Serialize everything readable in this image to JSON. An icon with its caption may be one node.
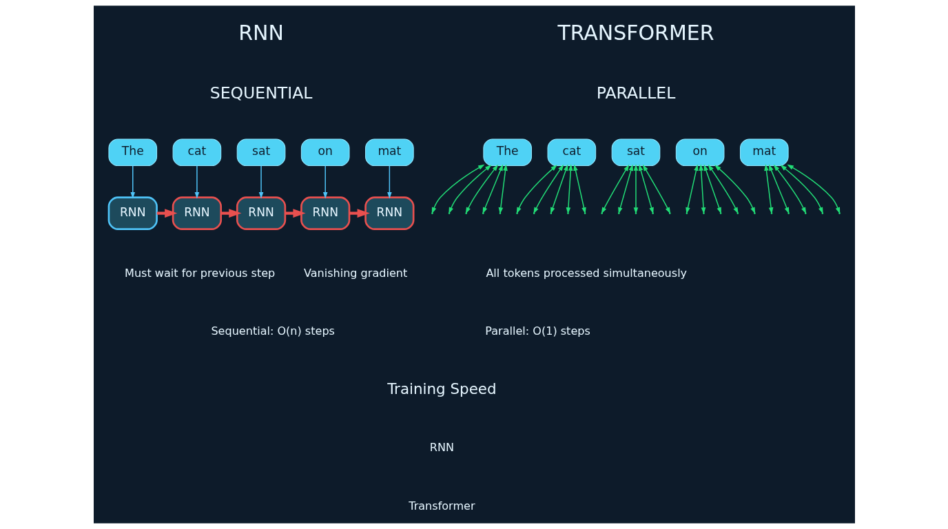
{
  "diagram": {
    "nodes": [
      {
        "text": [
          "The"
        ]
      },
      {
        "text": [
          "cat"
        ]
      },
      {
        "text": [
          "sat"
        ]
      },
      {
        "text": [
          "on"
        ]
      },
      {
        "text": [
          "mat"
        ]
      },
      {
        "text": [
          "RNN"
        ]
      },
      {
        "text": [
          "RNN"
        ]
      },
      {
        "text": [
          "RNN"
        ]
      },
      {
        "text": [
          "RNN"
        ]
      },
      {
        "text": [
          "RNN"
        ]
      },
      {
        "text": [
          "The"
        ]
      },
      {
        "text": [
          "cat"
        ]
      },
      {
        "text": [
          "sat"
        ]
      },
      {
        "text": [
          "on"
        ]
      },
      {
        "text": [
          "mat"
        ]
      }
    ],
    "edges": [
      {
        "from": 0,
        "to": 5,
        "arrow": "to",
        "color": "#4fc3f7"
      },
      {
        "from": 1,
        "to": 6,
        "arrow": "to",
        "color": "#4fc3f7"
      },
      {
        "from": 2,
        "to": 7,
        "arrow": "to",
        "color": "#4fc3f7"
      },
      {
        "from": 3,
        "to": 8,
        "arrow": "to",
        "color": "#4fc3f7"
      },
      {
        "from": 4,
        "to": 9,
        "arrow": "to",
        "color": "#4fc3f7"
      },
      {
        "from": 5,
        "to": 6,
        "arrow": "to",
        "color": "#e8504f",
        "style": "thick"
      },
      {
        "from": 6,
        "to": 7,
        "arrow": "to",
        "color": "#e8504f",
        "style": "thick"
      },
      {
        "from": 7,
        "to": 8,
        "arrow": "to",
        "color": "#e8504f",
        "style": "thick"
      },
      {
        "from": 8,
        "to": 9,
        "arrow": "to",
        "color": "#e8504f",
        "style": "thick"
      },
      {
        "from": 10,
        "to": null,
        "arrow": "both"
      },
      {
        "from": 10,
        "to": null,
        "arrow": "both"
      },
      {
        "from": 10,
        "to": null,
        "arrow": "both"
      },
      {
        "from": 10,
        "to": null,
        "arrow": "both"
      },
      {
        "from": 10,
        "to": null,
        "arrow": "both"
      },
      {
        "from": 11,
        "to": null,
        "arrow": "both"
      },
      {
        "from": 11,
        "to": null,
        "arrow": "both"
      },
      {
        "from": 11,
        "to": null,
        "arrow": "both"
      },
      {
        "from": 11,
        "to": null,
        "arrow": "both"
      },
      {
        "from": 11,
        "to": null,
        "arrow": "both"
      },
      {
        "from": 12,
        "to": null,
        "arrow": "both"
      },
      {
        "from": 12,
        "to": null,
        "arrow": "both"
      },
      {
        "from": 12,
        "to": null,
        "arrow": "both"
      },
      {
        "from": 12,
        "to": null,
        "arrow": "both"
      },
      {
        "from": 12,
        "to": null,
        "arrow": "both"
      },
      {
        "from": 13,
        "to": null,
        "arrow": "both"
      },
      {
        "from": 13,
        "to": null,
        "arrow": "both"
      },
      {
        "from": 13,
        "to": null,
        "arrow": "both"
      },
      {
        "from": 13,
        "to": null,
        "arrow": "both"
      },
      {
        "from": 13,
        "to": null,
        "arrow": "both"
      },
      {
        "from": 14,
        "to": null,
        "arrow": "both"
      },
      {
        "from": 14,
        "to": null,
        "arrow": "both"
      },
      {
        "from": 14,
        "to": null,
        "arrow": "both"
      },
      {
        "from": 14,
        "to": null,
        "arrow": "both"
      },
      {
        "from": 14,
        "to": null,
        "arrow": "both"
      }
    ],
    "labels": [
      "RNN",
      "SEQUENTIAL",
      "TRANSFORMER",
      "PARALLEL",
      "Must wait for previous step",
      "Vanishing gradient",
      "All tokens processed simultaneously",
      "Sequential: O(n) steps",
      "Parallel: O(1) steps",
      "Training Speed",
      "RNN",
      "Transformer"
    ]
  }
}
